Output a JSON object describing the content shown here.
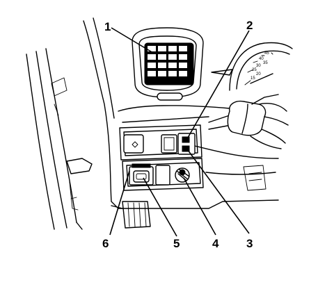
{
  "callouts": [
    {
      "id": "callout-1",
      "label": "1"
    },
    {
      "id": "callout-2",
      "label": "2"
    },
    {
      "id": "callout-3",
      "label": "3"
    },
    {
      "id": "callout-4",
      "label": "4"
    },
    {
      "id": "callout-5",
      "label": "5"
    },
    {
      "id": "callout-6",
      "label": "6"
    }
  ],
  "gauge": {
    "ticks": [
      "45",
      "40",
      "35",
      "30",
      "25",
      "20",
      "15"
    ]
  }
}
